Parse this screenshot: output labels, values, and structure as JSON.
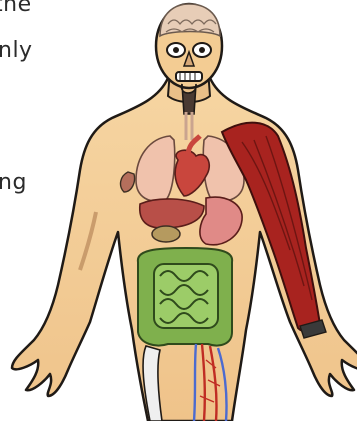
{
  "text_fragments": [
    "the",
    "nly",
    "ng"
  ],
  "illustration": {
    "subject": "human-body-anatomy",
    "colors": {
      "skin": "#f2c98f",
      "outline": "#1f1a16",
      "brain": "#e7cdb7",
      "lungs": "#f0c2ac",
      "heart": "#c9463d",
      "liver": "#b84f48",
      "stomach": "#e08a87",
      "intestines": "#7fb04d",
      "muscle": "#a8231f",
      "bone": "#efefef",
      "vein_blue": "#4c6bd0",
      "artery_red": "#c02d24"
    }
  }
}
